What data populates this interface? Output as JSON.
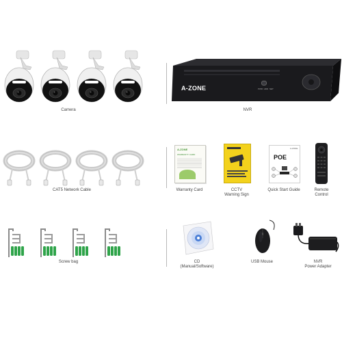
{
  "items": {
    "camera": {
      "label": "Camera"
    },
    "nvr": {
      "label": "NVR",
      "brand": "A-ZONE",
      "front_text": "PWR  HDD  NET"
    },
    "cable": {
      "label": "CAT5 Network Cable"
    },
    "warranty": {
      "label": "Warranty Card",
      "brand": "A-ZONE",
      "heading": "WARRANTY CARD"
    },
    "sign": {
      "label_line1": "CCTV",
      "label_line2": "Warning Sign"
    },
    "guide": {
      "label": "Quick Start Guide",
      "brand": "A-ZONE",
      "title": "POE"
    },
    "remote": {
      "label_line1": "Remote",
      "label_line2": "Control"
    },
    "screws": {
      "label": "Screw bag"
    },
    "cd": {
      "label_line1": "CD",
      "label_line2": "(Manual/Software)"
    },
    "mouse": {
      "label": "USB Mouse"
    },
    "adapter": {
      "label_line1": "NVR",
      "label_line2": "Power Adapter"
    }
  },
  "colors": {
    "nvr_body": "#1a1a1d",
    "sign_yellow": "#f3d21c",
    "screw_anchor_green": "#2fa44a",
    "cable_gray": "#d6d6d6"
  }
}
